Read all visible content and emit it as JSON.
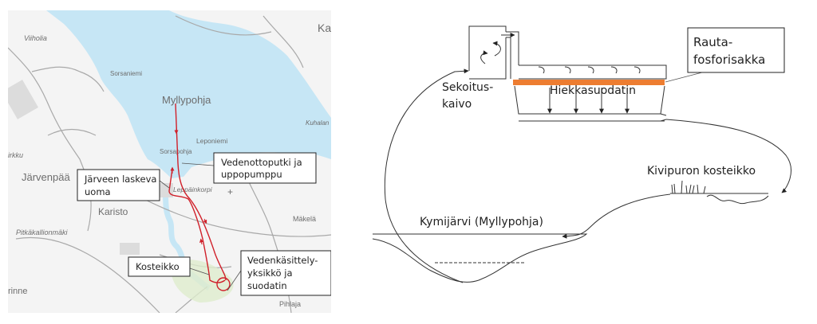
{
  "map": {
    "place_labels": {
      "viiholia": "Viiholia",
      "sorsaniemi": "Sorsaniemi",
      "ka": "Ka",
      "myllypohja": "Myllypohja",
      "kuhalan": "Kuhalan",
      "leponiemi": "Leponiemi",
      "sorsapohja": "Sorsapohja",
      "irkku": "irkku",
      "jarvenpaa": "Järvenpää",
      "leppainkorpi": "Leppäinkorpi",
      "karisto": "Karisto",
      "makela": "Mäkelä",
      "pitkakallionmaki": "Pitkäkallionmäki",
      "rinne": "rinne",
      "pihlaja": "Pihlaja"
    },
    "callouts": {
      "intake": [
        "Vedenottoputki ja",
        "uppopumppu"
      ],
      "outlet": [
        "Järveen laskeva",
        "uoma"
      ],
      "wetland": [
        "Kosteikko"
      ],
      "treatment": [
        "Vedenkäsittely-",
        "yksikkö ja",
        "suodatin"
      ]
    },
    "colors": {
      "lake": "#c6e6f5",
      "route": "#d0202a",
      "land": "#f4f4f4"
    }
  },
  "schematic": {
    "mixing_well": [
      "Sekoitus-",
      "kaivo"
    ],
    "sand_filter": "Hiekkasuodatin",
    "sediment": [
      "Rauta-",
      "fosforisakka"
    ],
    "wetland": "Kivipuron kosteikko",
    "lake": "Kymijärvi (Myllypohja)",
    "colors": {
      "sediment_layer": "#ed7d31"
    }
  }
}
